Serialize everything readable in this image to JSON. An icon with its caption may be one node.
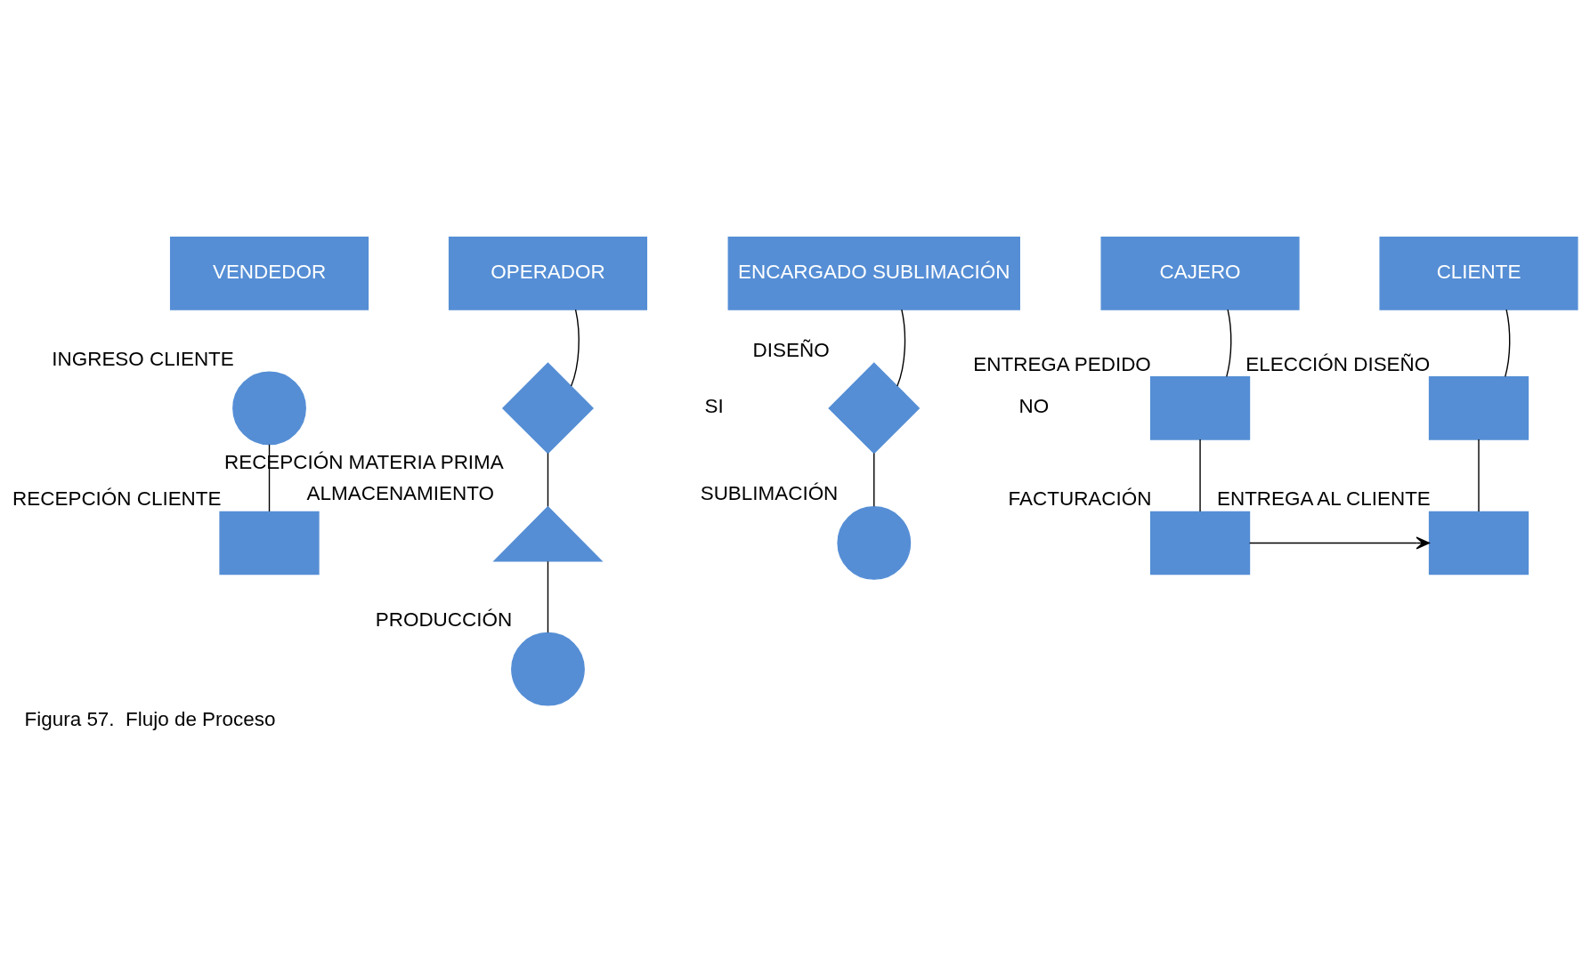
{
  "diagram": {
    "caption": "Figura 57.  Flujo de Proceso",
    "nodes": [
      {
        "text": [
          "VENDEDOR"
        ]
      },
      {
        "text": [],
        "shape": "circle",
        "beside": [
          "INGRESO CLIENTE"
        ]
      },
      {
        "text": [],
        "shape": "box",
        "beside": [
          "RECEPCIÓN CLIENTE"
        ]
      },
      {
        "text": [
          "OPERADOR"
        ]
      },
      {
        "text": [],
        "shape": "diamond",
        "beside": [
          "RECEPCIÓN MATERIA PRIMA"
        ]
      },
      {
        "text": [],
        "shape": "triangle",
        "beside": [
          "ALMACENAMIENTO"
        ]
      },
      {
        "text": [],
        "shape": "circle",
        "beside": [
          "PRODUCCIÓN"
        ]
      },
      {
        "text": [
          "ENCARGADO SUBLIMACIÓN"
        ]
      },
      {
        "text": [],
        "shape": "diamond",
        "beside": [
          "DISEÑO"
        ]
      },
      {
        "text": [],
        "shape": "circle",
        "beside": [
          "SUBLIMACIÓN"
        ]
      },
      {
        "text": [
          "CAJERO"
        ]
      },
      {
        "text": [],
        "shape": "box",
        "beside": [
          "ENTREGA PEDIDO"
        ]
      },
      {
        "text": [],
        "shape": "box",
        "beside": [
          "FACTURACIÓN"
        ]
      },
      {
        "text": [
          "CLIENTE"
        ]
      },
      {
        "text": [],
        "shape": "box",
        "beside": [
          "ELECCIÓN DISEÑO"
        ]
      },
      {
        "text": [],
        "shape": "box",
        "beside": [
          "ENTREGA AL CLIENTE"
        ]
      }
    ],
    "edges": [
      {
        "from": 1,
        "to": 2,
        "arrow": "none"
      },
      {
        "from": 3,
        "to": 4,
        "arrow": "none"
      },
      {
        "from": 4,
        "to": 5,
        "arrow": "none"
      },
      {
        "from": 5,
        "to": 6,
        "arrow": "none"
      },
      {
        "from": 7,
        "to": 8,
        "arrow": "none"
      },
      {
        "from": 8,
        "to": 9,
        "arrow": "none"
      },
      {
        "from": 10,
        "to": 11,
        "arrow": "none"
      },
      {
        "from": 11,
        "to": 12,
        "arrow": "none"
      },
      {
        "from": 13,
        "to": 14,
        "arrow": "none"
      },
      {
        "from": 14,
        "to": 15,
        "arrow": "none"
      },
      {
        "from": 12,
        "to": 15,
        "arrow": "to"
      }
    ],
    "labels": [
      "SI",
      "NO"
    ]
  }
}
